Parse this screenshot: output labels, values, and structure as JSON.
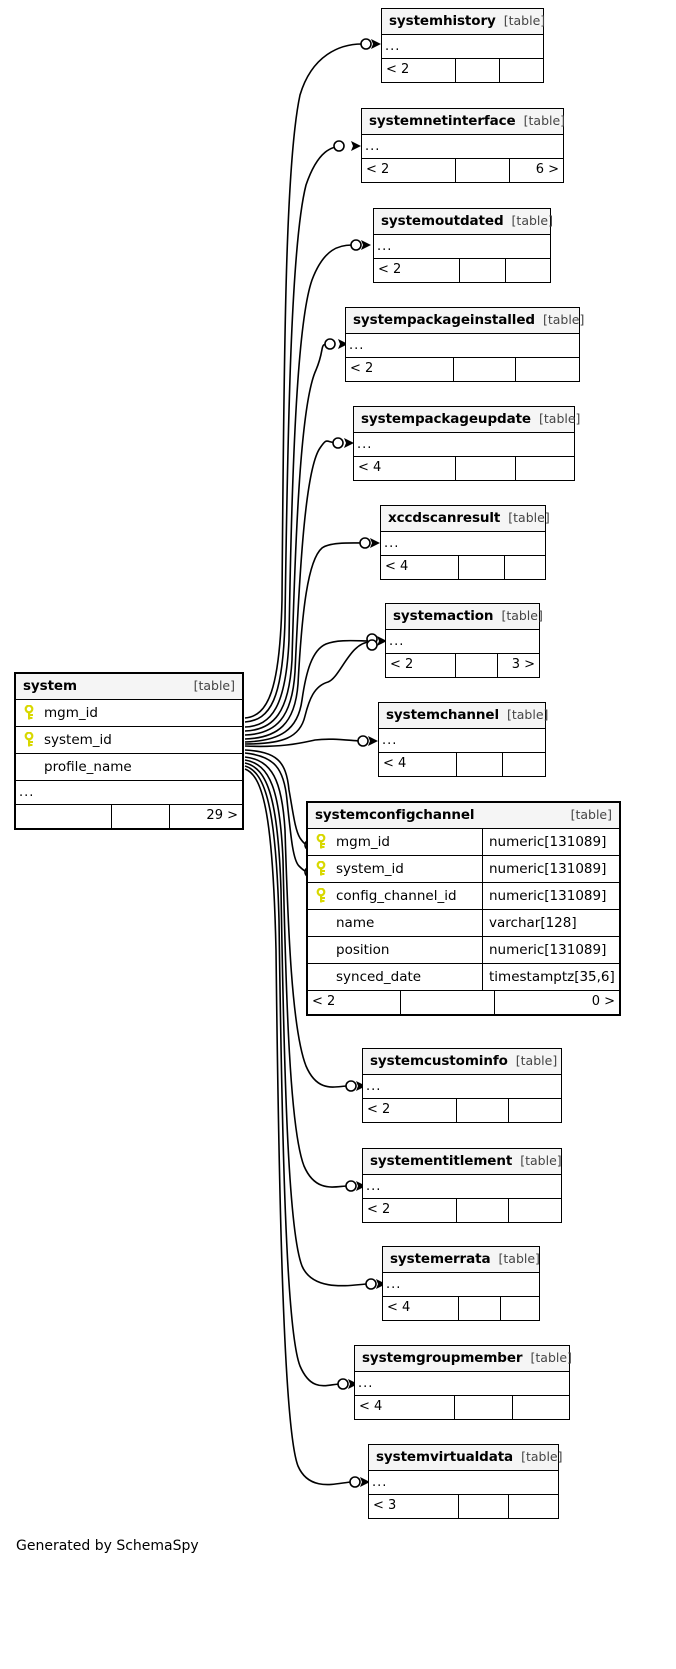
{
  "meta": {
    "generator_text": "Generated by SchemaSpy",
    "table_tag": "[table]",
    "ellipsis": "...",
    "key_icon": "primary-key-icon",
    "key_color": "#e8e800",
    "header_bg": "#f5f5f5",
    "border_color": "#000000"
  },
  "main_table": {
    "name": "system",
    "tag": "[table]",
    "columns": [
      {
        "name": "mgm_id",
        "key": true
      },
      {
        "name": "system_id",
        "key": true
      },
      {
        "name": "profile_name",
        "key": false
      }
    ],
    "ellipsis": "...",
    "footer": {
      "left": "",
      "mid": "",
      "right": "29 >"
    }
  },
  "detail_table": {
    "name": "systemconfigchannel",
    "tag": "[table]",
    "columns": [
      {
        "name": "mgm_id",
        "type": "numeric[131089]",
        "key": true
      },
      {
        "name": "system_id",
        "type": "numeric[131089]",
        "key": true
      },
      {
        "name": "config_channel_id",
        "type": "numeric[131089]",
        "key": true
      },
      {
        "name": "name",
        "type": "varchar[128]",
        "key": false
      },
      {
        "name": "position",
        "type": "numeric[131089]",
        "key": false
      },
      {
        "name": "synced_date",
        "type": "timestamptz[35,6]",
        "key": false
      }
    ],
    "footer": {
      "left": "< 2",
      "mid": "",
      "right": "0 >"
    }
  },
  "related_tables": [
    {
      "name": "systemhistory",
      "tag": "[table]",
      "ellipsis": "...",
      "footer": {
        "left": "< 2",
        "mid": "",
        "right": ""
      }
    },
    {
      "name": "systemnetinterface",
      "tag": "[table]",
      "ellipsis": "...",
      "footer": {
        "left": "< 2",
        "mid": "",
        "right": "6 >"
      }
    },
    {
      "name": "systemoutdated",
      "tag": "[table]",
      "ellipsis": "...",
      "footer": {
        "left": "< 2",
        "mid": "",
        "right": ""
      }
    },
    {
      "name": "systempackageinstalled",
      "tag": "[table]",
      "ellipsis": "...",
      "footer": {
        "left": "< 2",
        "mid": "",
        "right": ""
      }
    },
    {
      "name": "systempackageupdate",
      "tag": "[table]",
      "ellipsis": "...",
      "footer": {
        "left": "< 4",
        "mid": "",
        "right": ""
      }
    },
    {
      "name": "xccdscanresult",
      "tag": "[table]",
      "ellipsis": "...",
      "footer": {
        "left": "< 4",
        "mid": "",
        "right": ""
      }
    },
    {
      "name": "systemaction",
      "tag": "[table]",
      "ellipsis": "...",
      "footer": {
        "left": "< 2",
        "mid": "",
        "right": "3 >"
      }
    },
    {
      "name": "systemchannel",
      "tag": "[table]",
      "ellipsis": "...",
      "footer": {
        "left": "< 4",
        "mid": "",
        "right": ""
      }
    },
    {
      "name": "systemcustominfo",
      "tag": "[table]",
      "ellipsis": "...",
      "footer": {
        "left": "< 2",
        "mid": "",
        "right": ""
      }
    },
    {
      "name": "systementitlement",
      "tag": "[table]",
      "ellipsis": "...",
      "footer": {
        "left": "< 2",
        "mid": "",
        "right": ""
      }
    },
    {
      "name": "systemerrata",
      "tag": "[table]",
      "ellipsis": "...",
      "footer": {
        "left": "< 4",
        "mid": "",
        "right": ""
      }
    },
    {
      "name": "systemgroupmember",
      "tag": "[table]",
      "ellipsis": "...",
      "footer": {
        "left": "< 4",
        "mid": "",
        "right": ""
      }
    },
    {
      "name": "systemvirtualdata",
      "tag": "[table]",
      "ellipsis": "...",
      "footer": {
        "left": "< 3",
        "mid": "",
        "right": ""
      }
    }
  ]
}
